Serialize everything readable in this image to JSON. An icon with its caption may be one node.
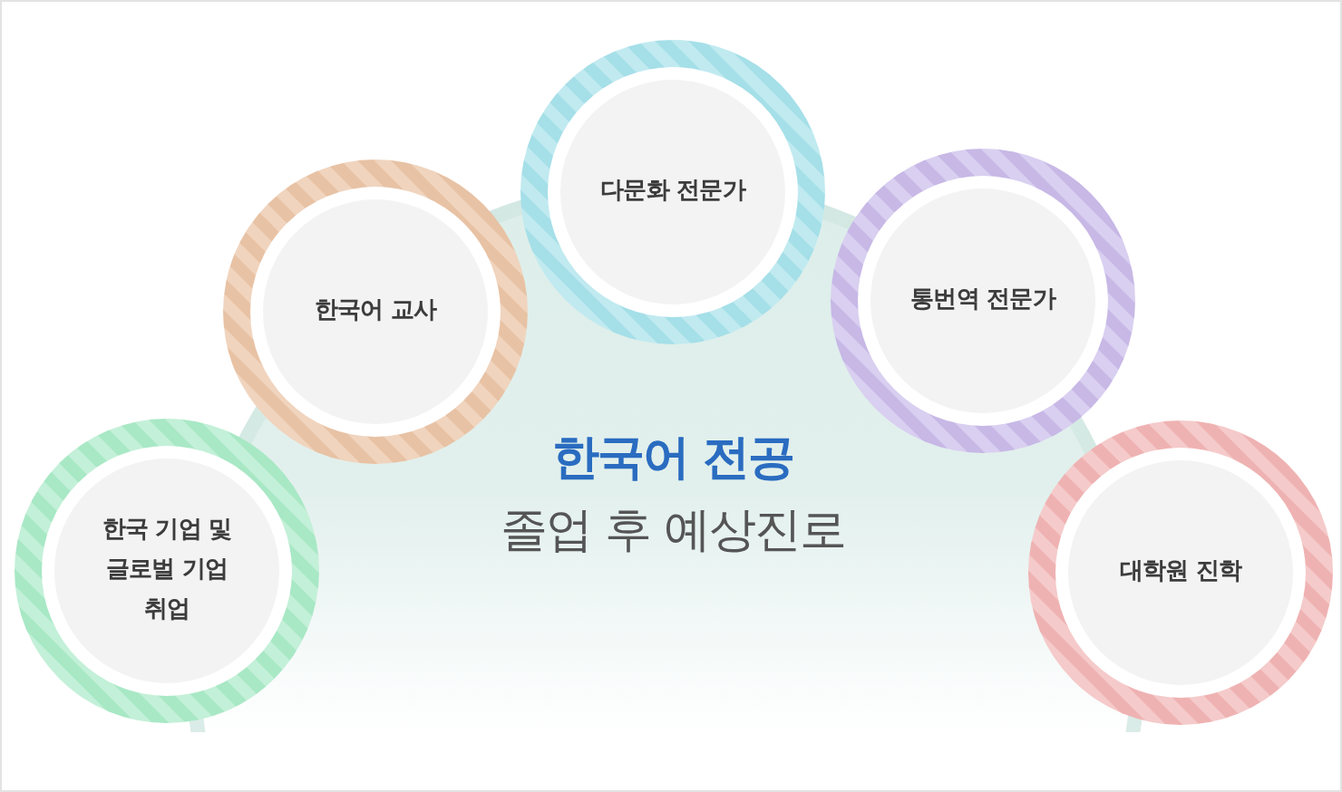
{
  "diagram": {
    "nodes": [
      {
        "text": [
          "한국어 전공",
          "졸업 후 예상진로"
        ]
      },
      {
        "text": [
          "한국 기업 및 글로벌 기업 취업"
        ]
      },
      {
        "text": [
          "한국어 교사"
        ]
      },
      {
        "text": [
          "다문화 전문가"
        ]
      },
      {
        "text": [
          "통번역 전문가"
        ]
      },
      {
        "text": [
          "대학원 진학"
        ]
      }
    ]
  }
}
